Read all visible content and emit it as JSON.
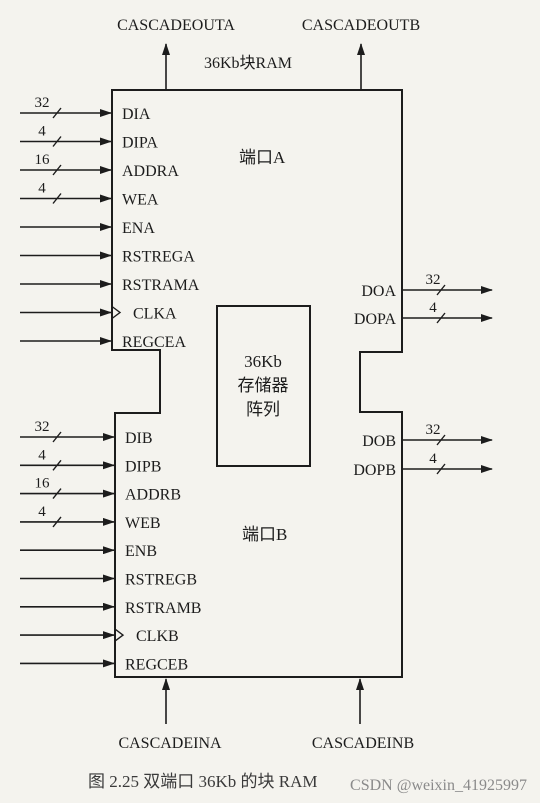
{
  "block_title": "36Kb块RAM",
  "cascade_out": [
    "CASCADEOUTA",
    "CASCADEOUTB"
  ],
  "cascade_in": [
    "CASCADEINA",
    "CASCADEINB"
  ],
  "port_a": {
    "label": "端口A",
    "inputs": [
      {
        "name": "DIA",
        "width": "32"
      },
      {
        "name": "DIPA",
        "width": "4"
      },
      {
        "name": "ADDRA",
        "width": "16"
      },
      {
        "name": "WEA",
        "width": "4"
      },
      {
        "name": "ENA",
        "width": ""
      },
      {
        "name": "RSTREGA",
        "width": ""
      },
      {
        "name": "RSTRAMA",
        "width": ""
      },
      {
        "name": "CLKA",
        "width": "",
        "clock": true
      },
      {
        "name": "REGCEA",
        "width": ""
      }
    ],
    "outputs": [
      {
        "name": "DOA",
        "width": "32"
      },
      {
        "name": "DOPA",
        "width": "4"
      }
    ]
  },
  "port_b": {
    "label": "端口B",
    "inputs": [
      {
        "name": "DIB",
        "width": "32"
      },
      {
        "name": "DIPB",
        "width": "4"
      },
      {
        "name": "ADDRB",
        "width": "16"
      },
      {
        "name": "WEB",
        "width": "4"
      },
      {
        "name": "ENB",
        "width": ""
      },
      {
        "name": "RSTREGB",
        "width": ""
      },
      {
        "name": "RSTRAMB",
        "width": ""
      },
      {
        "name": "CLKB",
        "width": "",
        "clock": true
      },
      {
        "name": "REGCEB",
        "width": ""
      }
    ],
    "outputs": [
      {
        "name": "DOB",
        "width": "32"
      },
      {
        "name": "DOPB",
        "width": "4"
      }
    ]
  },
  "memory_array": [
    "36Kb",
    "存储器",
    "阵列"
  ],
  "caption": "图 2.25 双端口 36Kb 的块 RAM",
  "watermark": "CSDN @weixin_41925997"
}
